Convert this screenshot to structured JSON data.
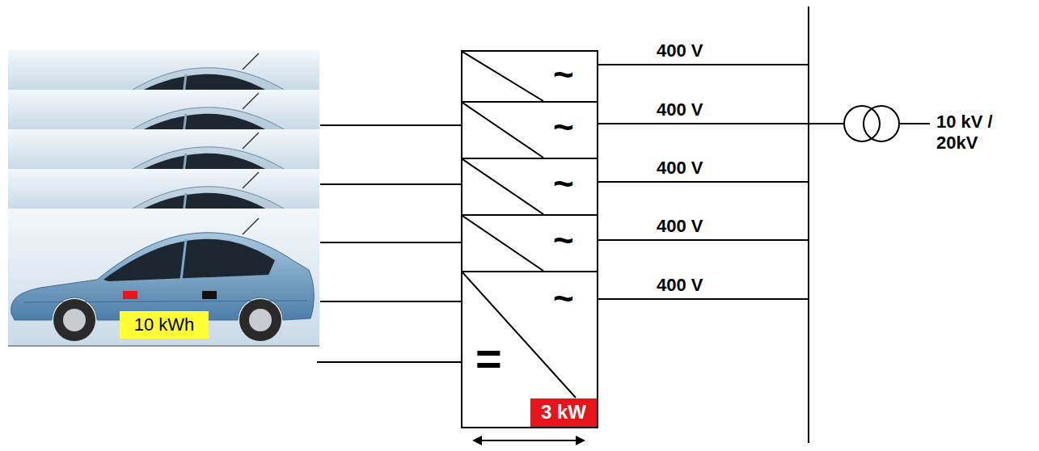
{
  "diagram": {
    "nodes": [
      {
        "text": [
          "10 kWh"
        ]
      },
      {
        "text": [
          "~"
        ]
      },
      {
        "text": [
          "~"
        ]
      },
      {
        "text": [
          "~"
        ]
      },
      {
        "text": [
          "~"
        ]
      },
      {
        "text": [
          "~",
          "="
        ]
      },
      {
        "text": [
          "3 kW"
        ],
        "in": 5
      }
    ],
    "labels": [
      "400 V",
      "400 V",
      "400 V",
      "400 V",
      "400 V",
      "10 kV / 20kV"
    ]
  }
}
